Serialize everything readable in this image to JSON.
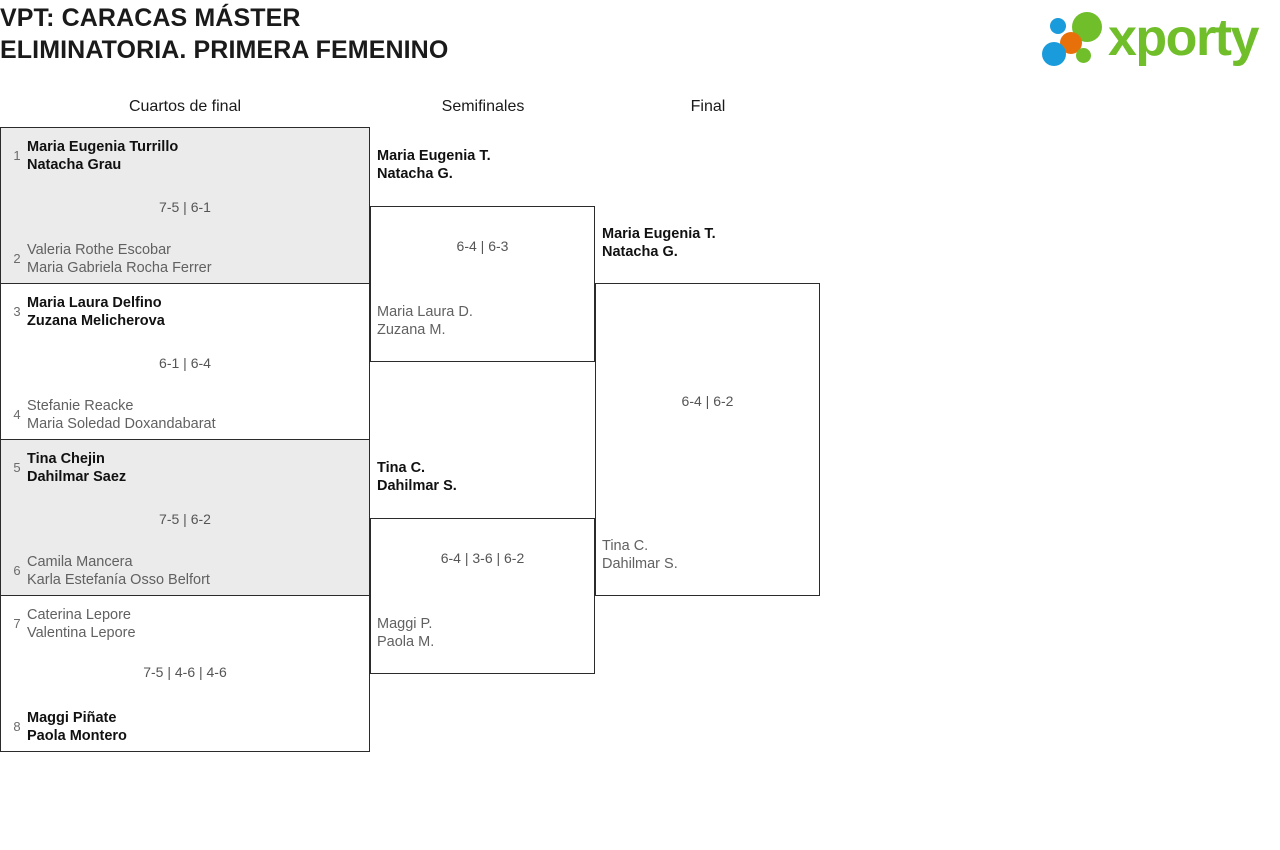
{
  "header": {
    "title_line1": "VPT: CARACAS MÁSTER",
    "title_line2": "ELIMINATORIA. PRIMERA FEMENINO",
    "logo_word": "xporty",
    "logo_colors": {
      "green": "#6fbe2a",
      "blue": "#1a9bdc",
      "orange": "#e8700a"
    }
  },
  "rounds": [
    {
      "label": "Cuartos de final"
    },
    {
      "label": "Semifinales"
    },
    {
      "label": "Final"
    }
  ],
  "colors": {
    "shaded_row": "#ebebeb",
    "border": "#2b2b2b",
    "winner_text": "#111111",
    "loser_text": "#616161",
    "score_text": "#555555",
    "seed_text": "#6b6b6b"
  },
  "quarterfinals": [
    {
      "shaded": true,
      "score": "7-5 | 6-1",
      "top": {
        "seed": "1",
        "player1": "Maria Eugenia Turrillo",
        "player2": "Natacha Grau",
        "result": "winner"
      },
      "bottom": {
        "seed": "2",
        "player1": "Valeria Rothe Escobar",
        "player2": "Maria Gabriela Rocha Ferrer",
        "result": "loser"
      }
    },
    {
      "shaded": false,
      "score": "6-1 | 6-4",
      "top": {
        "seed": "3",
        "player1": "Maria Laura Delfino",
        "player2": "Zuzana Melicherova",
        "result": "winner"
      },
      "bottom": {
        "seed": "4",
        "player1": "Stefanie Reacke",
        "player2": "Maria Soledad Doxandabarat",
        "result": "loser"
      }
    },
    {
      "shaded": true,
      "score": "7-5 | 6-2",
      "top": {
        "seed": "5",
        "player1": "Tina Chejin",
        "player2": "Dahilmar Saez",
        "result": "winner"
      },
      "bottom": {
        "seed": "6",
        "player1": "Camila Mancera",
        "player2": "Karla Estefanía Osso Belfort",
        "result": "loser"
      }
    },
    {
      "shaded": false,
      "score": "7-5 | 4-6 | 4-6",
      "top": {
        "seed": "7",
        "player1": "Caterina Lepore",
        "player2": "Valentina Lepore",
        "result": "loser"
      },
      "bottom": {
        "seed": "8",
        "player1": "Maggi Piñate",
        "player2": "Paola Montero",
        "result": "winner"
      }
    }
  ],
  "semifinals": [
    {
      "score": "6-4 | 6-3",
      "top": {
        "player1": "Maria Eugenia T.",
        "player2": "Natacha G.",
        "result": "winner"
      },
      "bottom": {
        "player1": "Maria Laura D.",
        "player2": "Zuzana M.",
        "result": "loser"
      }
    },
    {
      "score": "6-4 | 3-6 | 6-2",
      "top": {
        "player1": "Tina C.",
        "player2": "Dahilmar S.",
        "result": "winner"
      },
      "bottom": {
        "player1": "Maggi P.",
        "player2": "Paola M.",
        "result": "loser"
      }
    }
  ],
  "final": {
    "score": "6-4 | 6-2",
    "top": {
      "player1": "Maria Eugenia T.",
      "player2": "Natacha G.",
      "result": "winner"
    },
    "bottom": {
      "player1": "Tina C.",
      "player2": "Dahilmar S.",
      "result": "loser"
    }
  }
}
